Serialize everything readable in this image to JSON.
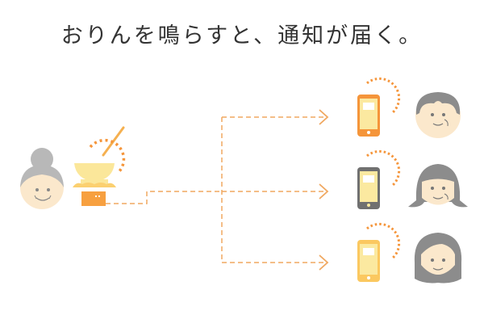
{
  "title": "おりんを鳴らすと、通知が届く。",
  "colors": {
    "accent": "#f5a04a",
    "dash": "#f0a860",
    "phone_orange": "#f5953a",
    "phone_gray": "#707070",
    "phone_yellow": "#fbc860",
    "screen": "#fbe9a0",
    "skin": "#fbe8cc",
    "hair": "#8c8c8c",
    "grandma_hair": "#b8b8b8",
    "bowl": "#fbe79a",
    "cushion": "#fbd070",
    "box": "#f7a040"
  },
  "recipients": [
    {
      "phone_color": "phone_orange",
      "person": "man"
    },
    {
      "phone_color": "phone_gray",
      "person": "woman-bob"
    },
    {
      "phone_color": "phone_yellow",
      "person": "woman-long"
    }
  ]
}
